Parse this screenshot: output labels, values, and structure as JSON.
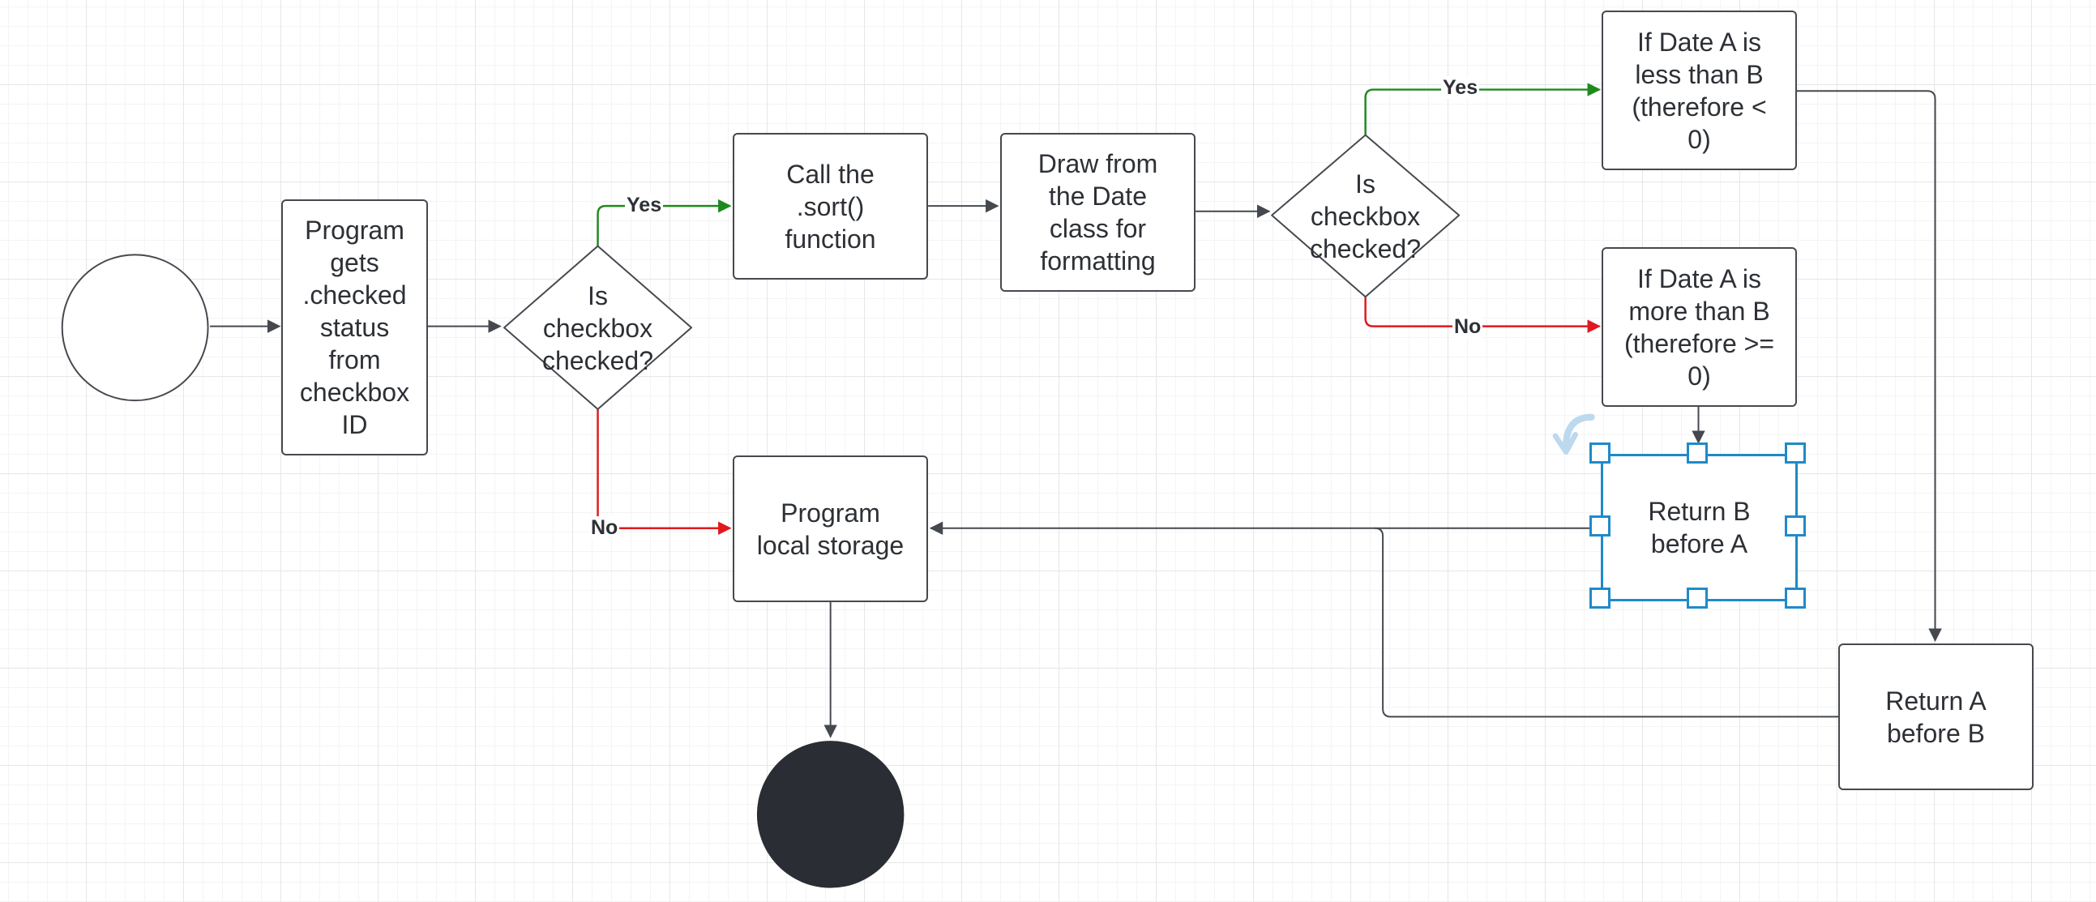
{
  "diagram": {
    "process_get_status": "Program\ngets\n.checked\nstatus\nfrom\ncheckbox\nID",
    "decision_1": "Is\ncheckbox\nchecked?",
    "process_sort": "Call the\n.sort()\nfunction",
    "process_date_class": "Draw from\nthe Date\nclass for\nformatting",
    "decision_2": "Is\ncheckbox\nchecked?",
    "process_less": "If Date A is\nless than B\n(therefore <\n0)",
    "process_more": "If Date A is\nmore than B\n(therefore >=\n0)",
    "process_return_b": "Return B\nbefore A",
    "process_local_storage": "Program\nlocal storage",
    "process_return_a": "Return A\nbefore B",
    "label_yes_1": "Yes",
    "label_no_1": "No",
    "label_yes_2": "Yes",
    "label_no_2": "No"
  },
  "colors": {
    "stroke": "#45494f",
    "yes_line": "#1e8a1e",
    "no_line": "#e0191f",
    "selection": "#1f8ac9",
    "end_fill": "#2a2d33"
  }
}
